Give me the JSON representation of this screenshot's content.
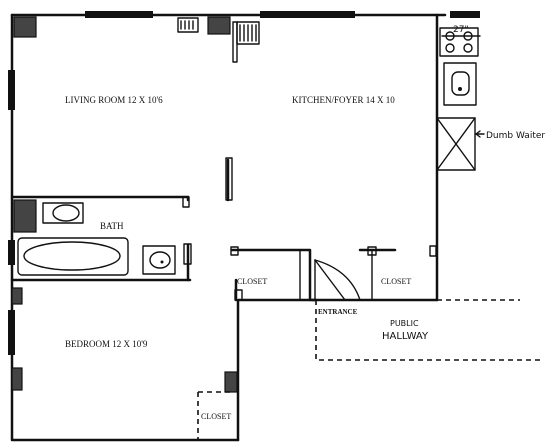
{
  "rooms": {
    "living_room": "LIVING ROOM 12 X 10'6",
    "kitchen": "KITCHEN/FOYER 14 X 10",
    "bath": "BATH",
    "bedroom": "BEDROOM 12 X 10'9",
    "closet_left": "CLOSET",
    "closet_right": "CLOSET",
    "closet_bedroom": "CLOSET",
    "entrance": "ENTRANCE"
  },
  "annotations": {
    "public": "PUBLIC",
    "hallway": "HALLWAY",
    "dumb_waiter": "Dumb Waiter",
    "dimension": "27\""
  },
  "colors": {
    "ink": "#111111",
    "paper": "#ffffff"
  }
}
